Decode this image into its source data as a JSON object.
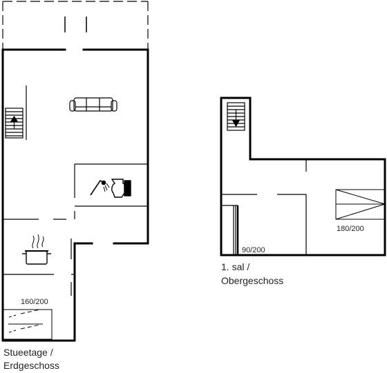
{
  "floors": {
    "ground": {
      "label_line1": "Stueetage /",
      "label_line2": "Erdgeschoss",
      "bed_label": "160/200"
    },
    "upper": {
      "label_line1": "1. sal /",
      "label_line2": "Obergeschoss",
      "bed_single_label": "90/200",
      "bed_double_label": "180/200"
    }
  },
  "icons": [
    "stairs-up-icon",
    "sofa-icon",
    "shower-icon",
    "toilet-icon",
    "cooking-pot-icon",
    "stairs-down-icon"
  ],
  "colors": {
    "wall": "#000000",
    "line": "#1a1a1a",
    "background": "#ffffff"
  }
}
